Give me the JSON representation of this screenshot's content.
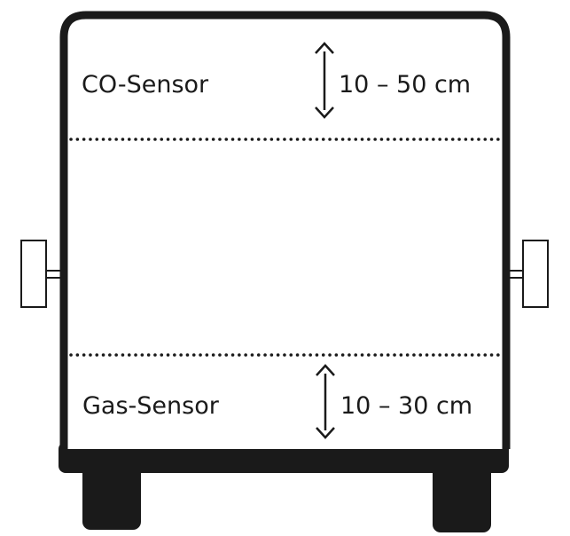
{
  "co_sensor": {
    "label": "CO-Sensor",
    "range": "10 – 50 cm"
  },
  "gas_sensor": {
    "label": "Gas-Sensor",
    "range": "10 – 30 cm"
  },
  "colors": {
    "ink": "#1a1a1a",
    "background": "#ffffff"
  }
}
